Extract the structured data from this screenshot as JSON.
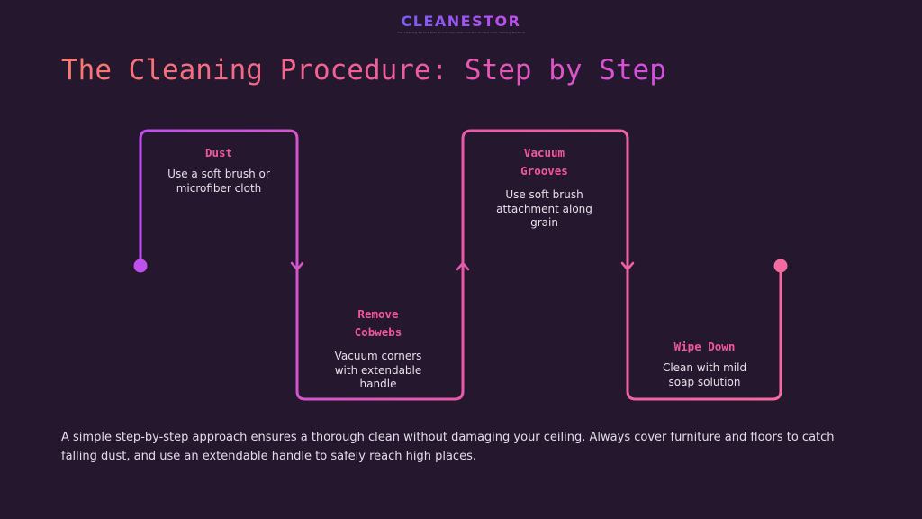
{
  "brand": {
    "name": "CLEANESTOR",
    "tagline": "The Cleaning Service that do not only clean but also Protect from Harming Bacteria"
  },
  "title": "The Cleaning Procedure: Step by Step",
  "steps": [
    {
      "title": "Dust",
      "description": "Use a soft brush or\nmicrofiber cloth"
    },
    {
      "title": "Remove\nCobwebs",
      "description": "Vacuum corners\nwith extendable\nhandle"
    },
    {
      "title": "Vacuum\nGrooves",
      "description": "Use soft brush\nattachment along\ngrain"
    },
    {
      "title": "Wipe Down",
      "description": "Clean with mild\nsoap solution"
    }
  ],
  "footer": "A simple step-by-step approach ensures a thorough clean without damaging your ceiling. Always cover furniture and floors to catch falling dust, and use an extendable handle to safely reach high places.",
  "colors": {
    "background": "#24172e",
    "path_start": "#c04ff0",
    "path_end": "#f56aa0",
    "step_title": "#f2579a",
    "text": "#e6e0ea"
  }
}
